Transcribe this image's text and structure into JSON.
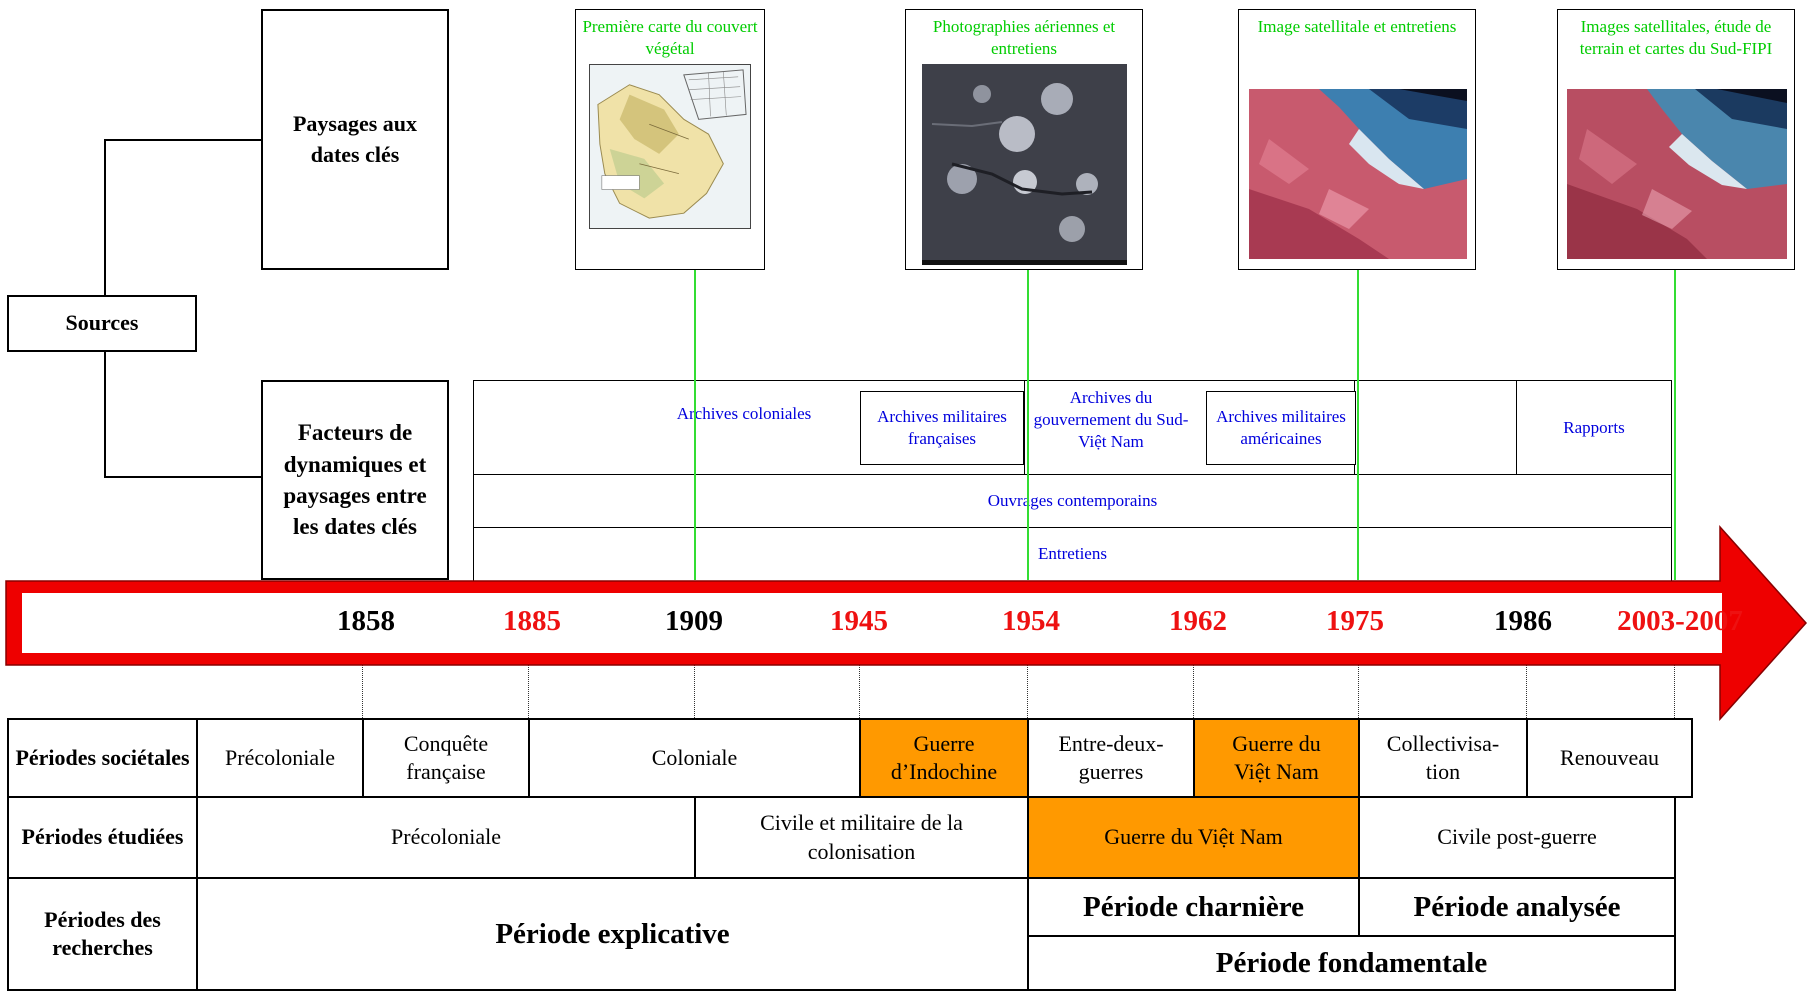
{
  "sources": {
    "root": "Sources",
    "landscapes_label": "Paysages aux dates clés",
    "factors_label": "Facteurs de dynamiques et paysages entre les dates clés",
    "images": [
      {
        "caption": "Première carte du couvert végétal",
        "icon": "vegetation-map-image"
      },
      {
        "caption": "Photographies aériennes et entretiens",
        "icon": "aerial-photo-image"
      },
      {
        "caption": "Image satellitale et entretiens",
        "icon": "satellite-image"
      },
      {
        "caption": "Images satellitales, étude de terrain et cartes du Sud-FIPI",
        "icon": "satellite-image"
      }
    ],
    "archives": [
      "Archives coloniales",
      "Archives militaires françaises",
      "Archives du gouvernement du Sud-Việt Nam",
      "Archives militaires américaines",
      "Rapports"
    ],
    "contemporary_works": "Ouvrages contemporains",
    "interviews": "Entretiens"
  },
  "timeline": {
    "years": [
      {
        "label": "1858",
        "color": "#000000"
      },
      {
        "label": "1885",
        "color": "#ee1111"
      },
      {
        "label": "1909",
        "color": "#000000"
      },
      {
        "label": "1945",
        "color": "#ee1111"
      },
      {
        "label": "1954",
        "color": "#ee1111"
      },
      {
        "label": "1962",
        "color": "#ee1111"
      },
      {
        "label": "1975",
        "color": "#ee1111"
      },
      {
        "label": "1986",
        "color": "#000000"
      },
      {
        "label": "2003-2007",
        "color": "#ee1111"
      }
    ],
    "arrow_color": "#ee0000"
  },
  "periods": {
    "societal": {
      "header": "Périodes sociétales",
      "cells": [
        "Précoloniale",
        "Conquête française",
        "Coloniale",
        "Guerre d’Indochine",
        "Entre-deux-guerres",
        "Guerre du Việt Nam",
        "Collectivisa-tion",
        "Renouveau"
      ]
    },
    "studied": {
      "header": "Périodes étudiées",
      "cells": [
        "Précoloniale",
        "Civile et militaire de la colonisation",
        "Guerre du Việt Nam",
        "Civile post-guerre"
      ]
    },
    "research": {
      "header": "Périodes des recherches",
      "explicative": "Période explicative",
      "charniere": "Période charnière",
      "analysee": "Période analysée",
      "fondamentale": "Période fondamentale"
    }
  },
  "colors": {
    "highlight": "#ff9900",
    "link_line": "#33dd33",
    "source_text": "#0000dd",
    "caption_text": "#00cc00"
  }
}
